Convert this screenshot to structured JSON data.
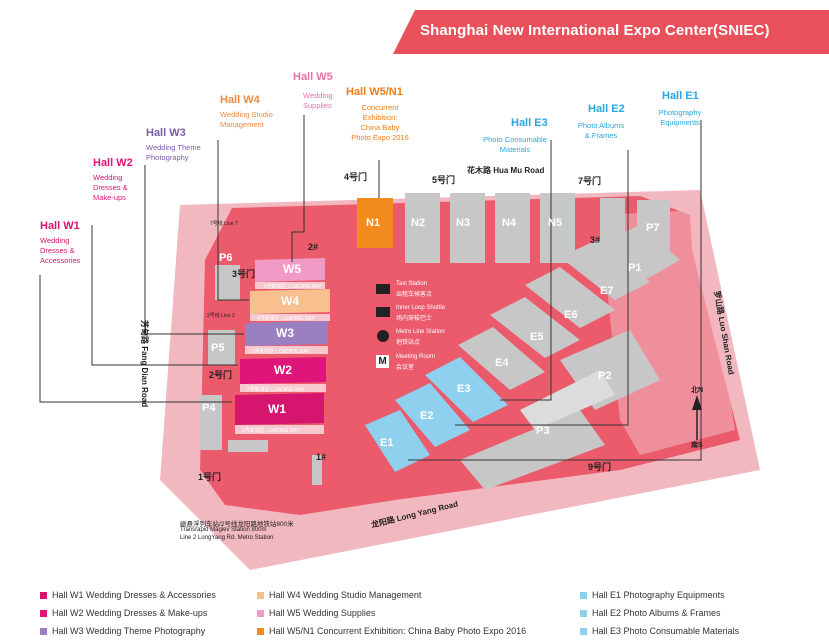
{
  "title": "Shanghai New International Expo Center(SNIEC)",
  "colors": {
    "brand_red": "#e8505b",
    "ground_pink": "#f2b8c0",
    "venue_pink": "#eb5b6c",
    "hall_grey": "#c7c7c7",
    "east_blue": "#8fd0ee",
    "w1": "#d6156f",
    "w2": "#e0157a",
    "w3": "#9a80c0",
    "w4": "#f8c08e",
    "w5": "#f29ac6",
    "n1": "#f28a1e",
    "east_label": "#2aa6de"
  },
  "callouts": {
    "w1": {
      "title": "Hall  W1",
      "desc": [
        "Wedding",
        "Dresses &",
        "Accessories"
      ]
    },
    "w2": {
      "title": "Hall W2",
      "desc": [
        "Wedding",
        "Dresses &",
        "Make-ups"
      ]
    },
    "w3": {
      "title": "Hall W3",
      "desc": [
        "Wedding Theme",
        "Photography"
      ]
    },
    "w4": {
      "title": "Hall W4",
      "desc": [
        "Wedding Studio",
        "Management"
      ]
    },
    "w5": {
      "title": "Hall W5",
      "desc": [
        "Wedding",
        "Supplies"
      ]
    },
    "n1": {
      "title": "Hall W5/N1",
      "desc": [
        "Concurrent",
        "Exhibition:",
        "China Baby",
        "Photo Expo 2016"
      ]
    },
    "e3": {
      "title": "Hall E3",
      "desc": [
        "Photo Consumable",
        "Materials"
      ]
    },
    "e2": {
      "title": "Hall E2",
      "desc": [
        "Photo Albums",
        "& Frames"
      ]
    },
    "e1": {
      "title": "Hall E1",
      "desc": [
        "Photography",
        "Equipments"
      ]
    }
  },
  "halls": {
    "w1": "W1",
    "w2": "W2",
    "w3": "W3",
    "w4": "W4",
    "w5": "W5",
    "n1": "N1",
    "n2": "N2",
    "n3": "N3",
    "n4": "N4",
    "n5": "N5",
    "e1": "E1",
    "e2": "E2",
    "e3": "E3",
    "e4": "E4",
    "e5": "E5",
    "e6": "E6",
    "e7": "E7",
    "p1": "P1",
    "p2": "P2",
    "p3": "P3",
    "p4": "P4",
    "p5": "P5",
    "p6": "P6",
    "p7": "P7"
  },
  "loading_bays": {
    "w1": "1号卸货区 LOADING BAY",
    "w2": "2号卸货区 LOADING BAY",
    "w3": "3号卸货区 LOADING BAY",
    "w4": "4号卸货区 LOADING BAY",
    "w5": "5号卸货区 LOADING BAY"
  },
  "gates": {
    "g1": "1号门",
    "g2": "2号门",
    "g3": "3号门",
    "g4": "4号门",
    "g5": "5号门",
    "g7": "7号门",
    "g9": "9号门",
    "e1": "1#",
    "e2": "2#",
    "e3": "3#"
  },
  "roads": {
    "hua_mu": "花木路  Hua Mu Road",
    "fang_dian": "芳甸路 Fang Dian Road",
    "luo_shan": "罗山路 Luo Shan Road",
    "long_yang": "龙阳路  Long Yang Road"
  },
  "metro": {
    "line7": "7号线 Line 7",
    "line2": "2号线 Line 2",
    "maglev_cn": "磁悬浮列车站/2号线龙阳路地铁站800米",
    "maglev_en1": "Transrapid Maglev Station 800m",
    "maglev_en2": "Line 2 LongYang Rd. Metro Station"
  },
  "services": {
    "taxi_en": "Taxi Station",
    "taxi_cn": "出租车候客点",
    "shuttle_en": "Inner Loop Shuttle",
    "shuttle_cn": "场内穿梭巴士",
    "metro_en": "Metro Line Station",
    "metro_cn": "地铁站点",
    "meeting_en": "Meeting Room",
    "meeting_cn": "会议室",
    "meeting_icon": "M"
  },
  "compass": {
    "north": "北N",
    "south": "南S"
  },
  "legend": [
    {
      "label": "Hall W1 Wedding Dresses &  Accessories",
      "color": "#d6156f"
    },
    {
      "label": "Hall W2 Wedding Dresses & Make-ups",
      "color": "#e0157a"
    },
    {
      "label": "Hall W3 Wedding Theme Photography",
      "color": "#9a80c0"
    },
    {
      "label": "Hall W4      Wedding Studio Management",
      "color": "#f8c08e"
    },
    {
      "label": "Hall W5      Wedding Supplies",
      "color": "#f29ac6"
    },
    {
      "label": "Hall W5/N1 Concurrent Exhibition:  China Baby Photo Expo 2016",
      "color": "#f28a1e"
    },
    {
      "label": "Hall E1 Photography Equipments",
      "color": "#8fd0ee"
    },
    {
      "label": "Hall E2 Photo Albums & Frames",
      "color": "#8fd0ee"
    },
    {
      "label": "Hall E3 Photo Consumable Materials",
      "color": "#8fd0ee"
    }
  ]
}
